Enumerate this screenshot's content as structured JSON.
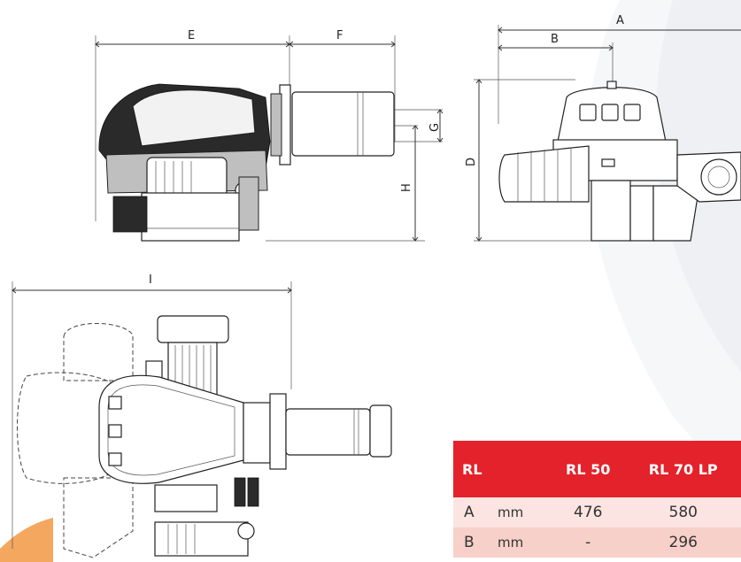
{
  "dimension_labels": {
    "A": "A",
    "B": "B",
    "D": "D",
    "E": "E",
    "F": "F",
    "G": "G",
    "H": "H",
    "I": "I"
  },
  "table": {
    "header": [
      "RL",
      "RL 50",
      "RL 70 LP"
    ],
    "rows": [
      {
        "key": "A",
        "unit": "mm",
        "rl50": "476",
        "rl70lp": "580"
      },
      {
        "key": "B",
        "unit": "mm",
        "rl50": "-",
        "rl70lp": "296"
      }
    ]
  },
  "colors": {
    "header_red": "#e3222b",
    "row_1": "#fbe4e1",
    "row_2": "#f7d0ca"
  }
}
